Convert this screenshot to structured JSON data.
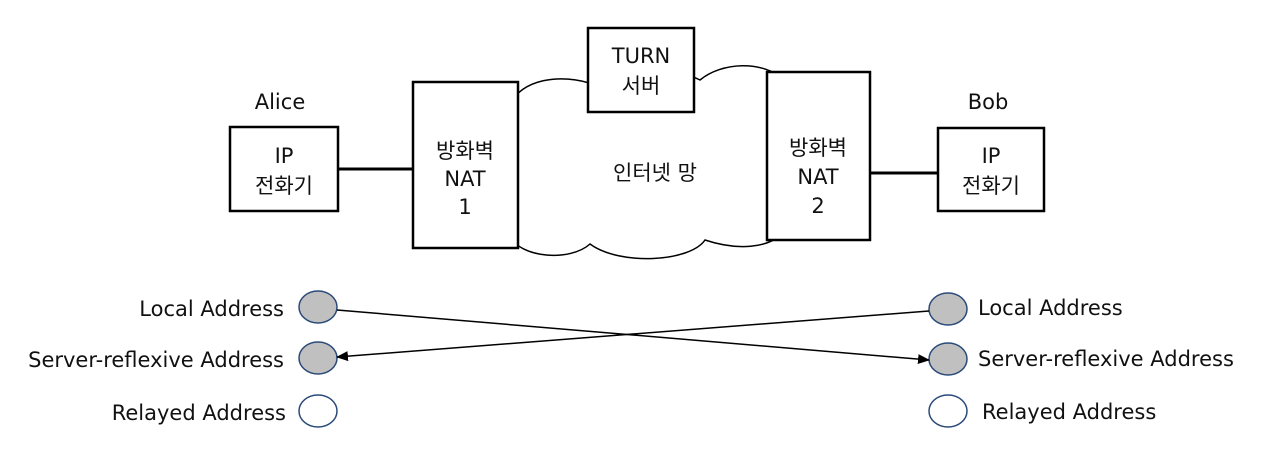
{
  "colors": {
    "stroke": "#000000",
    "candidate_filled": "#c0c0c0",
    "candidate_outline": "#2a4a7a",
    "candidate_empty": "#ffffff",
    "text": "#111111"
  },
  "alice": {
    "name": "Alice",
    "phone": {
      "line1": "IP",
      "line2": "전화기"
    },
    "nat": {
      "line1": "방화벽",
      "line2": "NAT",
      "line3": "1"
    }
  },
  "bob": {
    "name": "Bob",
    "phone": {
      "line1": "IP",
      "line2": "전화기"
    },
    "nat": {
      "line1": "방화벽",
      "line2": "NAT",
      "line3": "2"
    }
  },
  "turn": {
    "line1": "TURN",
    "line2": "서버"
  },
  "internet": {
    "label": "인터넷  망"
  },
  "candidates": {
    "left": {
      "local": "Local Address",
      "server_reflexive": "Server-reflexive Address",
      "relayed": "Relayed Address"
    },
    "right": {
      "local": "Local Address",
      "server_reflexive": "Server-reflexive Address",
      "relayed": "Relayed Address"
    }
  }
}
